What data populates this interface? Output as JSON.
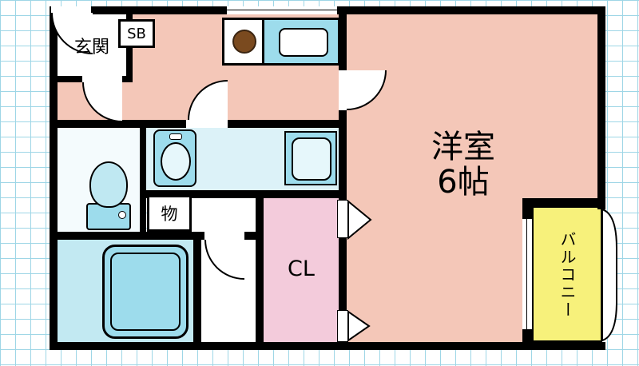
{
  "rooms": {
    "entrance": {
      "label": "玄関"
    },
    "shoebox": {
      "label": "SB"
    },
    "main_room": {
      "name": "洋室",
      "size": "6帖"
    },
    "closet": {
      "label": "CL"
    },
    "storage": {
      "label": "物"
    },
    "balcony": {
      "label": "バルコニー"
    }
  },
  "colors": {
    "room_salmon": "#f4c7b8",
    "closet_pink": "#f3cbdb",
    "balcony_yellow": "#f7f17b",
    "fixture_cyan": "#9ddcec",
    "washroom_cyan": "#dcf2f8",
    "bathroom_cyan": "#c2e9f2",
    "grid_blue": "#9ed6e6",
    "stove_brown": "#7a4a1f",
    "wall_black": "#000000"
  }
}
